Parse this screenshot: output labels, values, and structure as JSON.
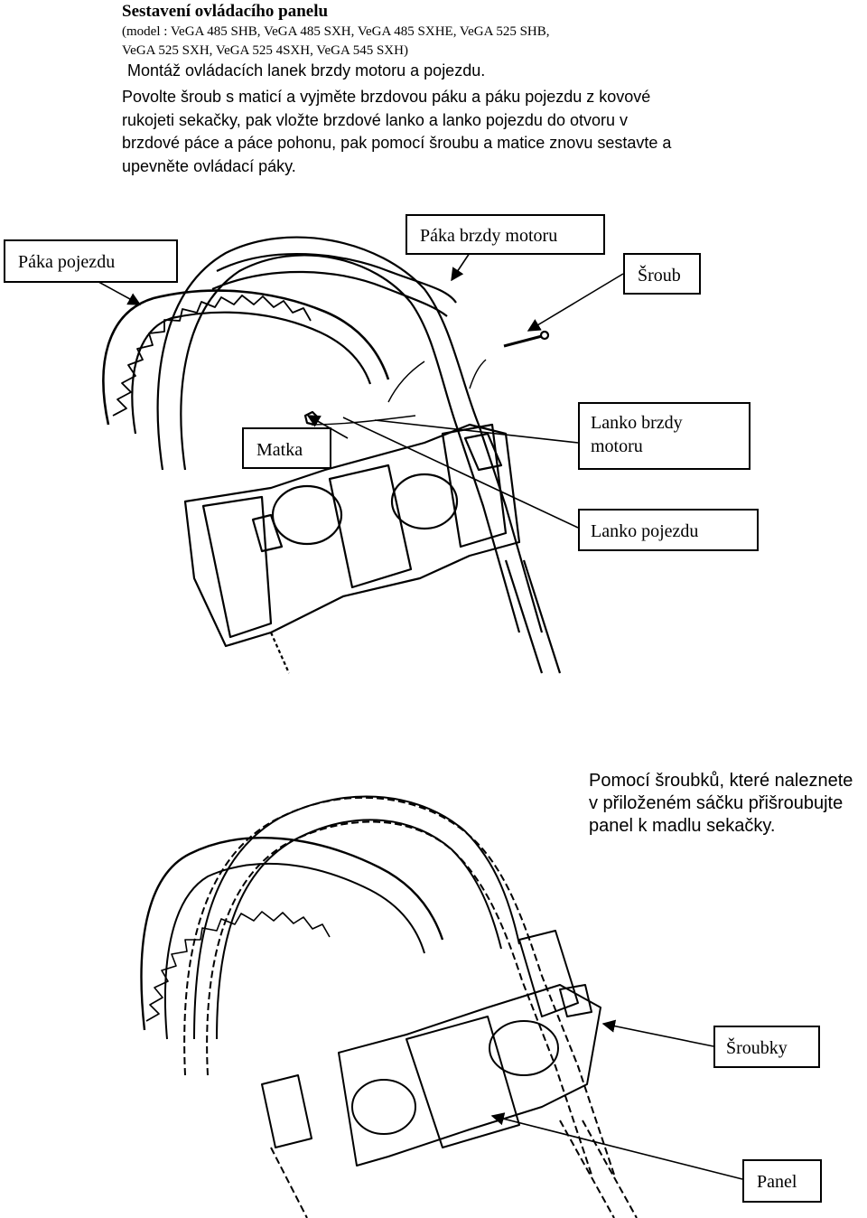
{
  "header": {
    "title": "Sestavení ovládacího panelu",
    "models_line1": "(model : VeGA 485 SHB, VeGA 485 SXH, VeGA 485 SXHE, VeGA 525 SHB,",
    "models_line2": "VeGA 525 SXH,  VeGA 525 4SXH, VeGA 545 SXH)",
    "subtitle": "Montáž ovládacích lanek brzdy motoru a pojezdu.",
    "instructions": "Povolte šroub s maticí a vyjměte brzdovou páku a páku pojezdu z kovové rukojeti sekačky, pak vložte brzdové lanko a lanko pojezdu do otvoru v brzdové páce a páce pohonu, pak pomocí šroubu a matice znovu sestavte a upevněte ovládací páky."
  },
  "callouts_top": {
    "drive_lever": "Páka pojezdu",
    "brake_lever": "Páka brzdy motoru",
    "bolt": "Šroub",
    "nut": "Matka",
    "brake_cable_line1": "Lanko brzdy",
    "brake_cable_line2": "motoru",
    "drive_cable": "Lanko pojezdu"
  },
  "callouts_bottom": {
    "screws": "Šroubky",
    "panel": "Panel"
  },
  "note": {
    "line1": "Pomocí  šroubků, které naleznete",
    "line2": "v přiloženém sáčku  přišroubujte",
    "line3": "panel k madlu sekačky."
  }
}
